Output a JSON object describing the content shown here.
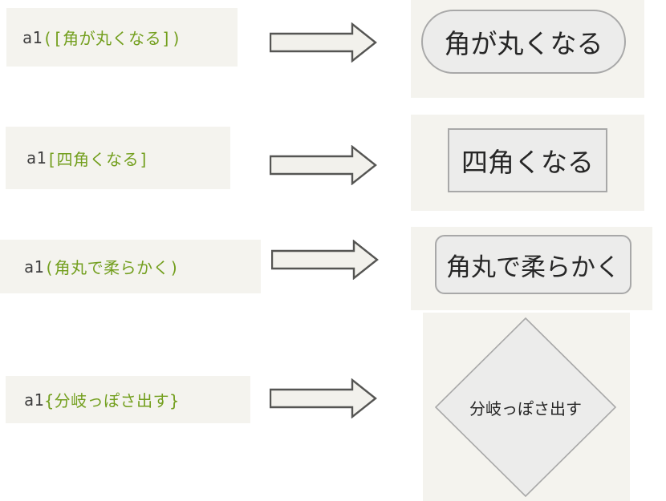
{
  "diagram": {
    "description_rows": [
      {
        "code": {
          "var": "a1",
          "syntax": "([角が丸くなる])"
        },
        "shape": {
          "type": "stadium",
          "label": "角が丸くなる"
        }
      },
      {
        "code": {
          "var": "a1",
          "syntax": "[四角くなる]"
        },
        "shape": {
          "type": "rectangle",
          "label": "四角くなる"
        }
      },
      {
        "code": {
          "var": "a1",
          "syntax": "(角丸で柔らかく)"
        },
        "shape": {
          "type": "rounded-rectangle",
          "label": "角丸で柔らかく"
        }
      },
      {
        "code": {
          "var": "a1",
          "syntax": "{分岐っぽさ出す}"
        },
        "shape": {
          "type": "diamond",
          "label": "分岐っぽさ出す"
        }
      }
    ]
  },
  "palette": {
    "page_background": "#ffffff",
    "code_box_background": "#f4f3ee",
    "panel_background": "#f4f3ee",
    "code_variable_color": "#3f3f3f",
    "code_syntax_color": "#739f1e",
    "node_fill": "#ececeb",
    "node_border": "#a8a8a8",
    "node_text": "#262626",
    "arrow_fill": "#f2f1ec",
    "arrow_border": "#555553"
  }
}
